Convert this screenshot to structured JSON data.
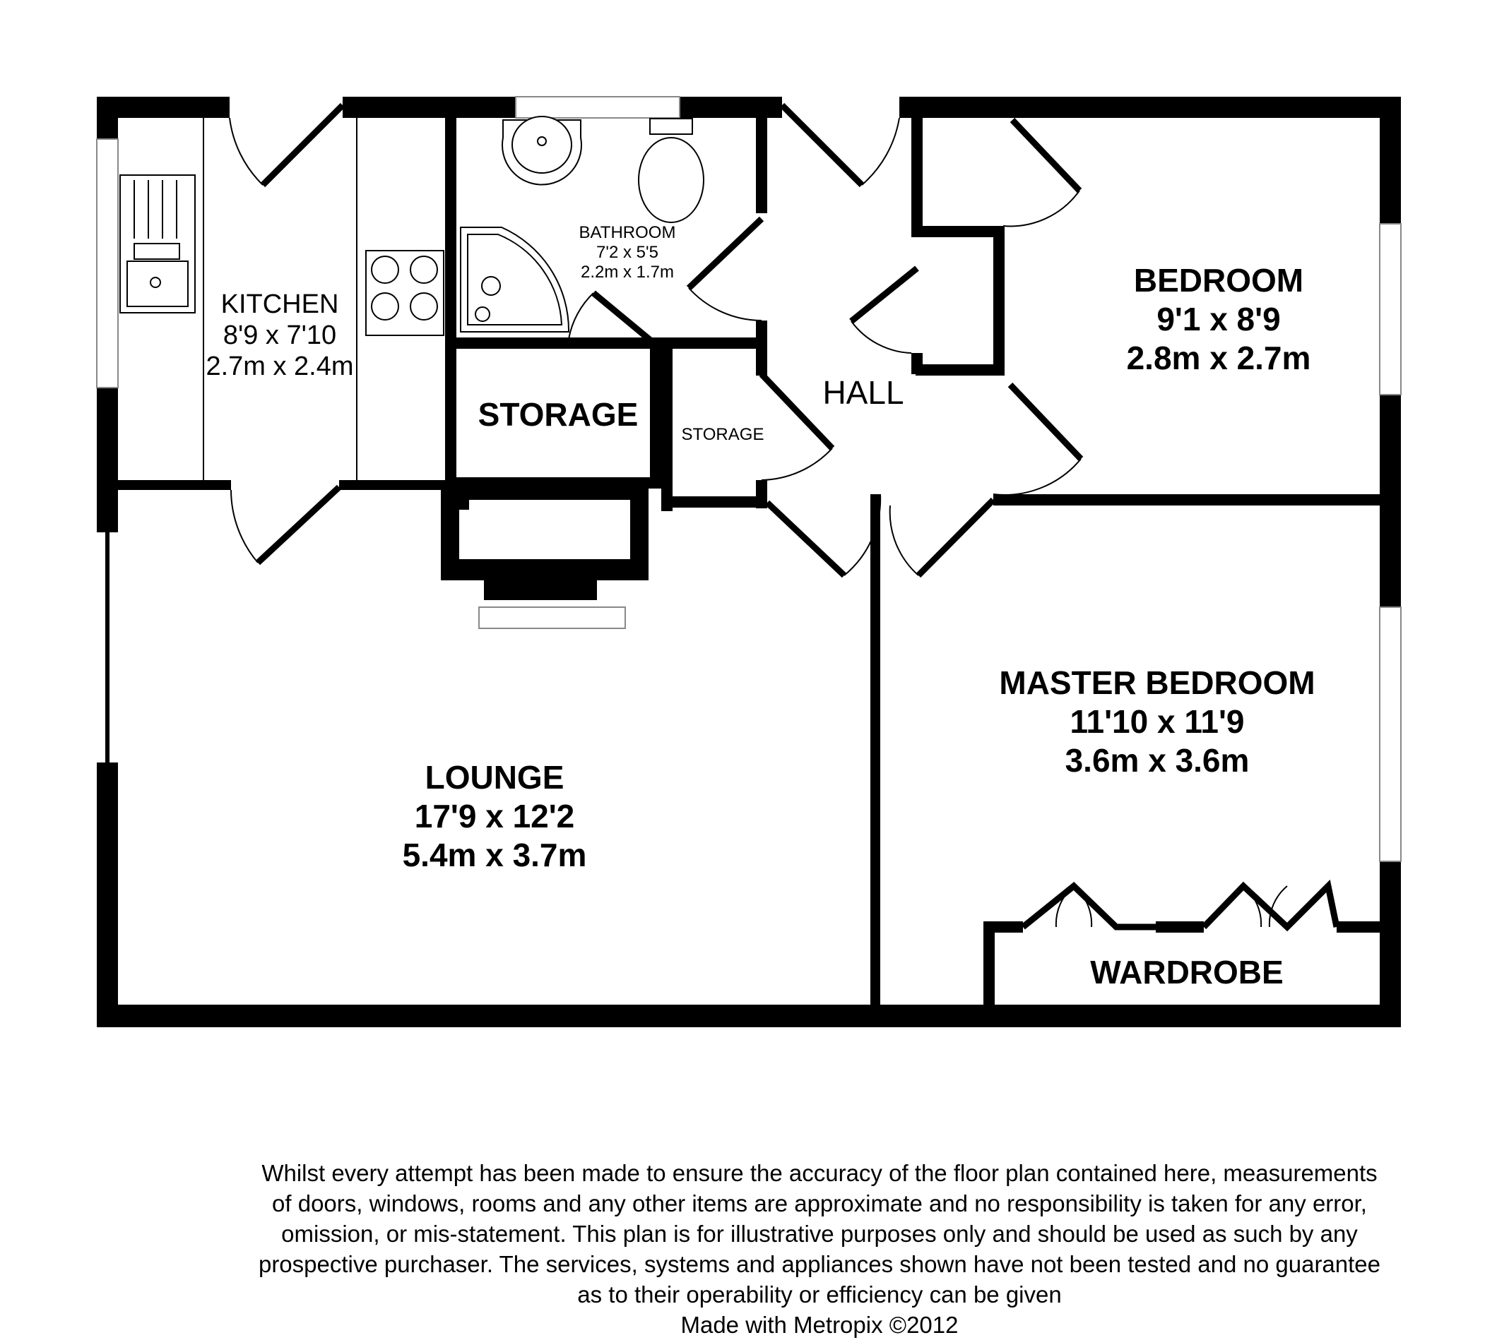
{
  "rooms": {
    "kitchen": {
      "name": "KITCHEN",
      "imperial": "8'9 x 7'10",
      "metric": "2.7m x 2.4m"
    },
    "bathroom": {
      "name": "BATHROOM",
      "imperial": "7'2 x 5'5",
      "metric": "2.2m x 1.7m"
    },
    "bedroom": {
      "name": "BEDROOM",
      "imperial": "9'1 x 8'9",
      "metric": "2.8m x 2.7m"
    },
    "hall": {
      "name": "HALL"
    },
    "storage_large": {
      "name": "STORAGE"
    },
    "storage_small": {
      "name": "STORAGE"
    },
    "lounge": {
      "name": "LOUNGE",
      "imperial": "17'9 x 12'2",
      "metric": "5.4m x 3.7m"
    },
    "master_bedroom": {
      "name": "MASTER BEDROOM",
      "imperial": "11'10 x 11'9",
      "metric": "3.6m x 3.6m"
    },
    "wardrobe": {
      "name": "WARDROBE"
    }
  },
  "disclaimer": {
    "lines": [
      "Whilst every attempt has been made to ensure the accuracy of the floor plan contained here, measurements",
      "of doors, windows, rooms and any other items are approximate and no responsibility is taken for any error,",
      "omission, or mis-statement. This plan is for illustrative purposes only and should be used as such by any",
      "prospective purchaser. The services, systems and appliances shown have not been tested and no guarantee",
      "as to their operability or efficiency can be given"
    ],
    "credit": "Made with Metropix ©2012"
  }
}
